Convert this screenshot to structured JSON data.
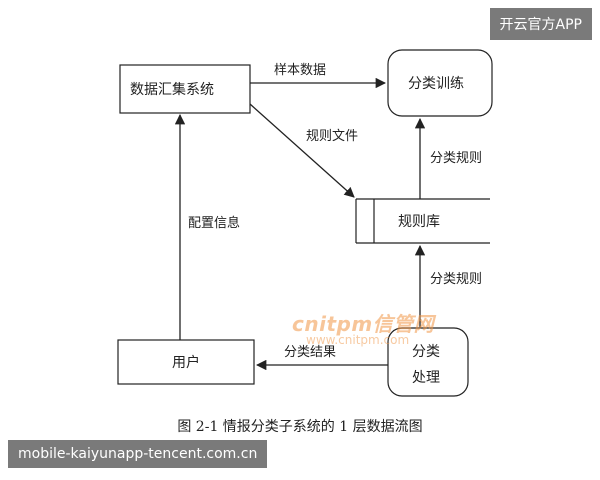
{
  "nodes": {
    "collect": "数据汇集系统",
    "train": "分类训练",
    "rulebase": "规则库",
    "user": "用户",
    "process_line1": "分类",
    "process_line2": "处理"
  },
  "edges": {
    "sample_data": "样本数据",
    "rule_file": "规则文件",
    "config_info": "配置信息",
    "rules_to_train": "分类规则",
    "rules_to_process": "分类规则",
    "result": "分类结果"
  },
  "caption": "图 2-1 情报分类子系统的 1 层数据流图",
  "watermark": {
    "main": "cnitpm信管网",
    "sub": "www.cnitpm.com"
  },
  "badges": {
    "top": "开云官方APP",
    "bottom": "mobile-kaiyunapp-tencent.com.cn"
  }
}
